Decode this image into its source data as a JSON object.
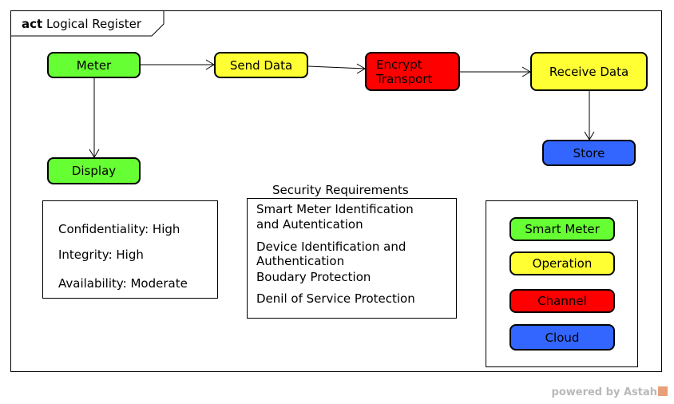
{
  "frame": {
    "keyword": "act",
    "title": "Logical Register"
  },
  "nodes": {
    "meter": "Meter",
    "send_data": "Send Data",
    "encrypt_transport_line1": "Encrypt",
    "encrypt_transport_line2": "Transport",
    "receive_data": "Receive Data",
    "display": "Display",
    "store": "Store"
  },
  "cia": {
    "confidentiality": "Confidentiality: High",
    "integrity": "Integrity: High",
    "availability": "Availability: Moderate"
  },
  "security": {
    "caption": "Security Requirements",
    "req1_line1": "Smart Meter Identification",
    "req1_line2": "and Autentication",
    "req2_line1": "Device Identification and",
    "req2_line2": "Authentication",
    "req3": "Boudary Protection",
    "req4": "Denil of Service Protection"
  },
  "legend": {
    "smart_meter": "Smart Meter",
    "operation": "Operation",
    "channel": "Channel",
    "cloud": "Cloud"
  },
  "colors": {
    "smart_meter": "#66ff33",
    "operation": "#ffff33",
    "channel": "#ff0000",
    "cloud": "#3366ff"
  },
  "footer": {
    "powered_by": "powered by Astah"
  }
}
